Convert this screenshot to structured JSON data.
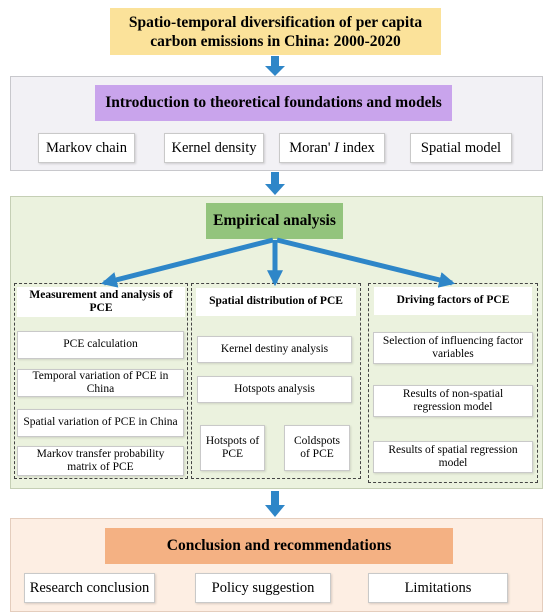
{
  "title": {
    "line1": "Spatio-temporal diversification of per capita",
    "line2": "carbon emissions in China: 2000-2020"
  },
  "section1": {
    "heading": "Introduction to theoretical foundations and models",
    "items": [
      "Markov chain",
      "Kernel density",
      "Spatial model"
    ],
    "moran": {
      "prefix": "Moran'",
      "italic": "I",
      "suffix": " index"
    }
  },
  "section2": {
    "heading": "Empirical analysis",
    "col1": {
      "title": "Measurement and analysis of PCE",
      "items": [
        "PCE calculation",
        "Temporal variation of PCE in China",
        "Spatial variation  of PCE in China",
        "Markov transfer probability matrix of PCE"
      ]
    },
    "col2": {
      "title": "Spatial distribution of PCE",
      "items": [
        "Kernel destiny analysis",
        "Hotspots analysis"
      ],
      "hot": "Hotspots of PCE",
      "cold": "Coldspots of PCE"
    },
    "col3": {
      "title": "Driving factors of PCE",
      "items": [
        "Selection of influencing factor variables",
        "Results of non-spatial regression model",
        "Results of spatial regression model"
      ]
    }
  },
  "section3": {
    "heading": "Conclusion and recommendations",
    "items": [
      "Research conclusion",
      "Policy suggestion",
      "Limitations"
    ]
  },
  "colors": {
    "title_bg": "#fbe29a",
    "section1_bg": "#f2f1f5",
    "section1_heading": "#c9a4ec",
    "section2_bg": "#ebf2de",
    "section2_heading": "#93c47d",
    "section3_bg": "#fdeee3",
    "section3_heading": "#f4b183",
    "arrow": "#2e86c8"
  }
}
